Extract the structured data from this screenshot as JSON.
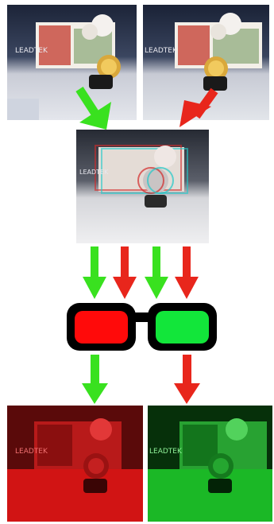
{
  "colors": {
    "green": "#39e11f",
    "red": "#e8261c",
    "lens_red": "#ff0a0a",
    "lens_green": "#12e63a",
    "frame": "#000000",
    "background": "#ffffff"
  },
  "photo": {
    "brand_text": "LEADTEK"
  },
  "glasses": {
    "left_lens": "red",
    "right_lens": "green"
  }
}
